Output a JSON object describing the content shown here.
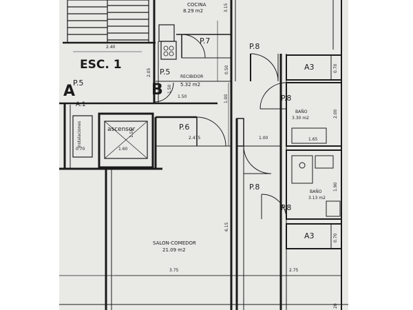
{
  "plan": {
    "rooms": {
      "cocina": {
        "name": "COCINA",
        "area": "8.29 m2"
      },
      "recibidor": {
        "name": "RECIBIDOR",
        "area": "5.32 m2"
      },
      "bano1": {
        "name": "BAÑO",
        "area": "3.30 m2"
      },
      "bano2": {
        "name": "BAÑO",
        "area": "3.13 m2"
      },
      "salon": {
        "name": "SALON-COMEDOR",
        "area": "21.09 m2"
      },
      "ascensor": {
        "name": "ascensor"
      },
      "instalaciones": {
        "name": "instalaciones"
      }
    },
    "labels": {
      "esc": "ESC. 1",
      "a": "A",
      "b": "B",
      "a1": "A.1",
      "p5_left": "P.5",
      "p5_mid": "P.5",
      "p7": "P.7",
      "p8_top": "P.8",
      "p8_right": "P.8",
      "p8_mid": "P.8",
      "p8_lower": "P.8",
      "p6": "P.6",
      "a3_top": "A3",
      "a3_bottom": "A3"
    },
    "dimensions": {
      "d240": "2.40",
      "d205": "2.05",
      "d150a": "1.50",
      "d150b": "1.50",
      "d100v": "1.00",
      "d050": "0.50",
      "d315": "3.15",
      "d070_top": "0.70",
      "d200": "2.00",
      "d165": "1.65",
      "d2475": "2.475",
      "d100h": "1.00",
      "d155": "1.55",
      "d160": "1.60",
      "d070_left": "0.70",
      "d190": "1.90",
      "d615": "6.15",
      "d070_bottom": "0.70",
      "d375": "3.75",
      "d275": "2.75",
      "d20": "20"
    }
  }
}
